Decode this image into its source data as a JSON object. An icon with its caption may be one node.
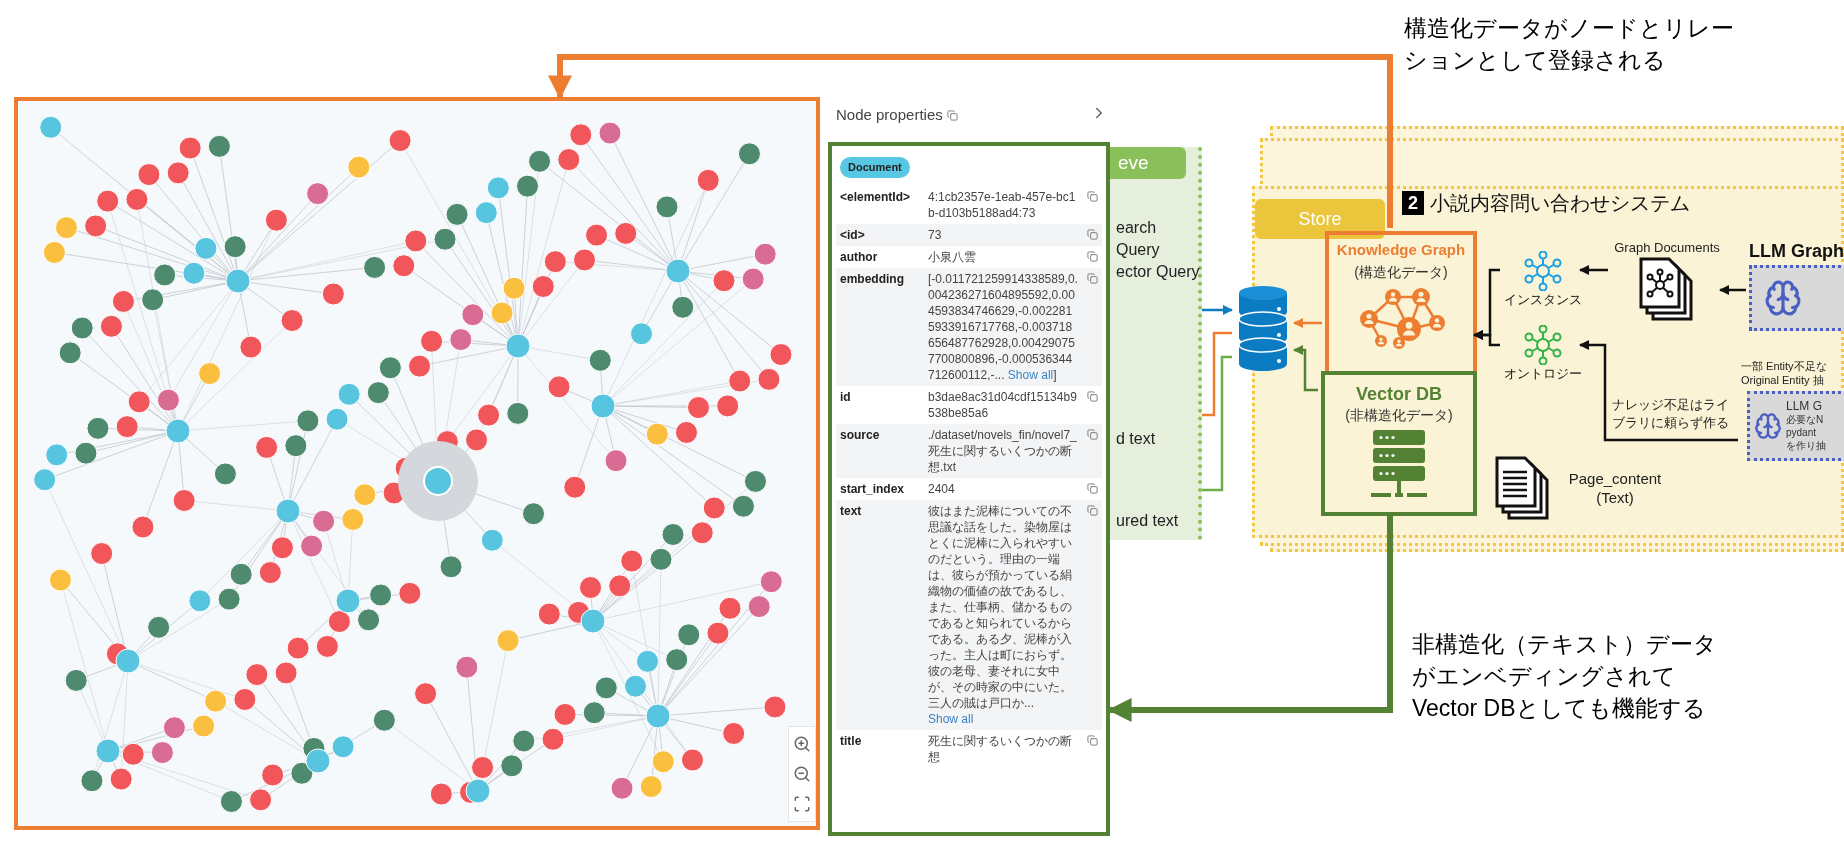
{
  "diagram": {
    "nodes": [
      {
        "text": [],
        "shape": "picture"
      },
      {
        "text": [
          "Document",
          "<elementId>",
          "4:1cb2357e-1eab-457e-bc1b-d103b5188ad4:73",
          "<id>",
          "73",
          "author",
          "小泉八雲",
          "embedding",
          "[-0.011721259914338589,0.004236271604895592,0.004593834746629,-0.0022815933916717768,-0.003718656487762928,0.004290757700800896,-0.000536344712600112,-...",
          "Show all",
          "]",
          "id",
          "b3dae8ac31d04cdf15134b9538be85a6",
          "source",
          "./dataset/novels_fin/novel7_死生に関するいくつかの断想.txt",
          "start_index",
          "2404",
          "text",
          "彼はまた泥棒についての不思議な話をした。染物屋はとくに泥棒に入られやすいのだという。理由の一端は、彼らが預かっている絹織物の価値の故であるし、また、仕事柄、儲かるものであると知られているからである。ある夕、泥棒が入った。主人は町におらず。彼の老母、妻それに女中が、その時家の中にいた。三人の賊は戸口か...",
          "Show all",
          "title",
          "死生に関するいくつかの断想"
        ]
      },
      {
        "text": [
          "eve",
          "earch",
          "Query",
          "ector Query",
          "d text",
          "ured text"
        ]
      },
      {
        "text": [],
        "shape": "cylinder"
      },
      {
        "text": [
          "Store",
          "2",
          "小説内容問い合わせシステム"
        ]
      },
      {
        "text": [
          "Knowledge Graph",
          "(構造化データ)"
        ],
        "in": 4
      },
      {
        "text": [
          "Vector DB",
          "(非構造化データ)"
        ],
        "in": 4
      },
      {
        "text": [
          "インスタンス"
        ],
        "in": 4
      },
      {
        "text": [
          "オントロジー"
        ],
        "in": 4
      },
      {
        "text": [
          "Graph Documents"
        ],
        "in": 4
      },
      {
        "text": [
          "Page_content (Text)"
        ],
        "in": 4
      },
      {
        "text": [
          "LLM Graph"
        ],
        "in": 4
      },
      {
        "text": [
          "一部 Entity不足な Original Entity 抽",
          "LLM G",
          "必要なN",
          "pydant",
          "を作り抽"
        ],
        "in": 4
      }
    ],
    "edges": [
      {
        "from": 5,
        "to": 0,
        "arrow": "to",
        "label": "構造化データがノードとリレーションとして登録される",
        "style": "thick",
        "color": "#ed7d31"
      },
      {
        "from": 6,
        "to": 1,
        "arrow": "to",
        "label": "非構造化（テキスト）データがエンベディングされてVector DBとしても機能する",
        "style": "thick",
        "color": "#548235"
      },
      {
        "from": 2,
        "to": 3,
        "arrow": "to",
        "color": "#0b7cc2"
      },
      {
        "from": 3,
        "to": 2,
        "arrow": "none",
        "color": "#ed7d31"
      },
      {
        "from": 3,
        "to": 2,
        "arrow": "none",
        "color": "#70ad47"
      },
      {
        "from": 5,
        "to": 3,
        "arrow": "to",
        "color": "#ed7d31"
      },
      {
        "from": 6,
        "to": 3,
        "arrow": "to",
        "color": "#548235"
      },
      {
        "from": 7,
        "to": 5,
        "arrow": "to"
      },
      {
        "from": 8,
        "to": 5,
        "arrow": "to"
      },
      {
        "from": 9,
        "to": 7,
        "arrow": "to"
      },
      {
        "from": 11,
        "to": 9,
        "arrow": "to"
      },
      {
        "from": 12,
        "to": 8,
        "arrow": "to",
        "label": "ナレッジ不足はライブラリに頼らず作る"
      }
    ],
    "labels": [
      "Node properties"
    ]
  }
}
